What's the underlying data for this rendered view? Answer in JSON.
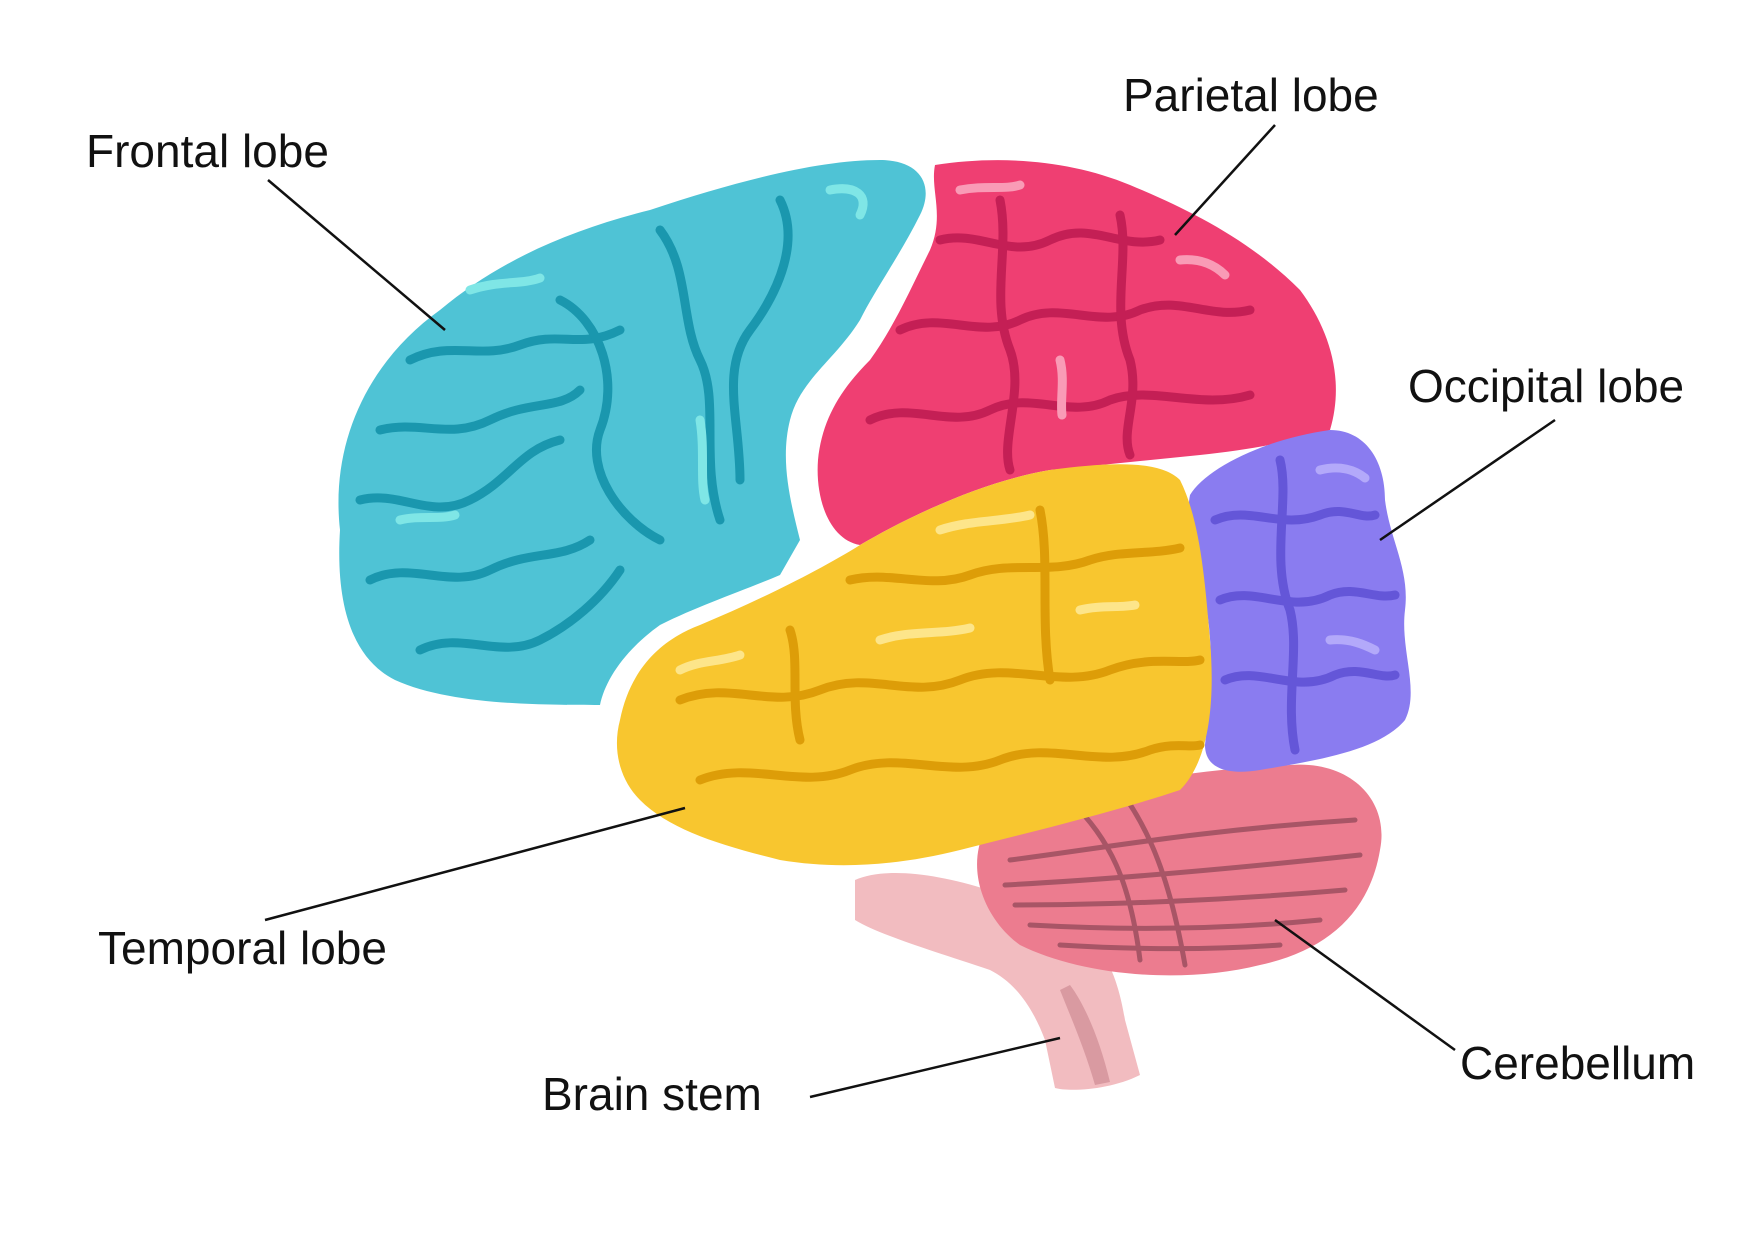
{
  "labels": {
    "frontal": "Frontal lobe",
    "parietal": "Parietal lobe",
    "occipital": "Occipital lobe",
    "temporal": "Temporal lobe",
    "brain_stem": "Brain stem",
    "cerebellum": "Cerebellum"
  },
  "colors": {
    "frontal": "#4fc3d5",
    "frontal_dark": "#1a97ae",
    "frontal_light": "#7fe6e6",
    "parietal": "#ef3f72",
    "parietal_dark": "#c41f55",
    "parietal_light": "#f99bb6",
    "occipital": "#8a7cf0",
    "occipital_dark": "#6456d8",
    "occipital_light": "#b3a9fa",
    "temporal": "#f8c62f",
    "temporal_dark": "#dd9d08",
    "temporal_light": "#fde58a",
    "cerebellum": "#ec7c8f",
    "cerebellum_dark": "#a85566",
    "brain_stem": "#f2bcc0",
    "brain_stem_dark": "#d99aa1",
    "leader_line": "#111111"
  }
}
